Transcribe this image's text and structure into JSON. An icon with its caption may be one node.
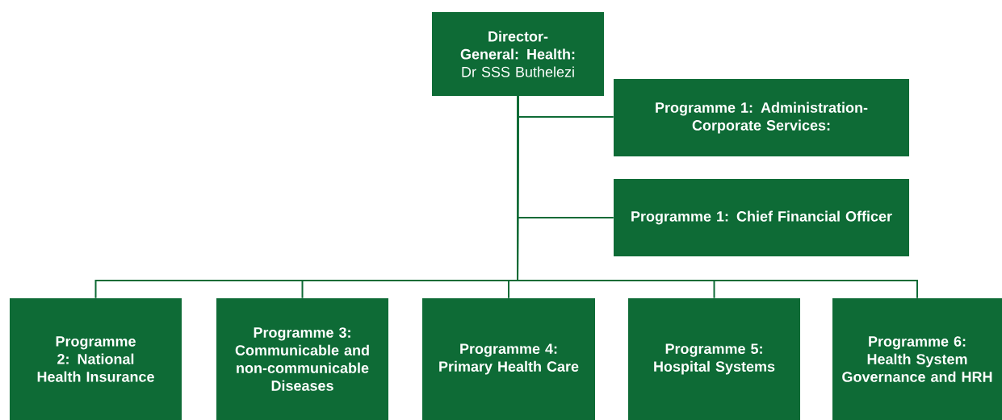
{
  "diagram": {
    "nodes": [
      {
        "text": [
          "Director-General: Health:",
          "Dr SSS Buthelezi"
        ]
      },
      {
        "text": [
          "Programme 1: Administration-Corporate Services:"
        ]
      },
      {
        "text": [
          "Programme 1: Chief Financial Officer"
        ]
      },
      {
        "text": [
          "Programme 2: National Health Insurance"
        ]
      },
      {
        "text": [
          "Programme 3: Communicable and non-communicable Diseases"
        ]
      },
      {
        "text": [
          "Programme 4: Primary Health Care"
        ]
      },
      {
        "text": [
          "Programme 5: Hospital Systems"
        ]
      },
      {
        "text": [
          "Programme 6: Health System Governance and HRH"
        ]
      }
    ],
    "edges": [
      {
        "from": 0,
        "to": 1,
        "arrow": "none"
      },
      {
        "from": 0,
        "to": 2,
        "arrow": "none"
      },
      {
        "from": 0,
        "to": 3,
        "arrow": "none"
      },
      {
        "from": 0,
        "to": 4,
        "arrow": "none"
      },
      {
        "from": 0,
        "to": 5,
        "arrow": "none"
      },
      {
        "from": 0,
        "to": 6,
        "arrow": "none"
      },
      {
        "from": 0,
        "to": 7,
        "arrow": "none"
      }
    ]
  }
}
